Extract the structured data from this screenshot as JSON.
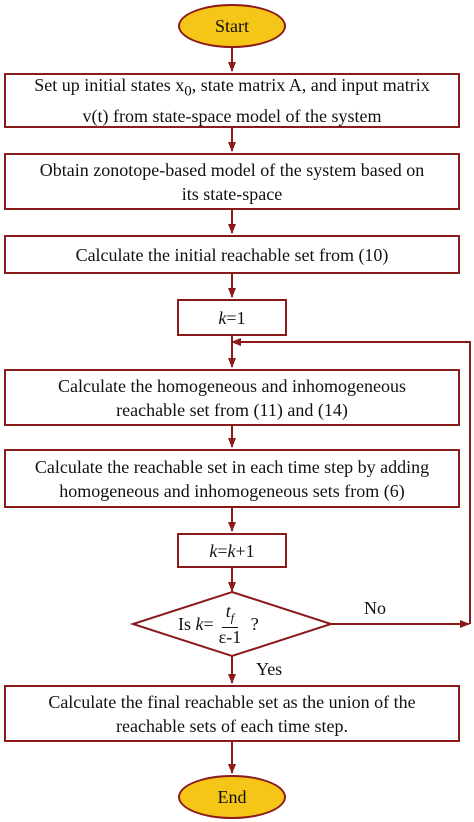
{
  "start": "Start",
  "end": "End",
  "steps": {
    "setup_l1_a": "Set up initial states x",
    "setup_l1_sub": "0",
    "setup_l1_b": ", state matrix A, and input matrix",
    "setup_l2": "v(t) from state-space model of the system",
    "zono_l1": "Obtain zonotope-based model of the system based on",
    "zono_l2": "its state-space",
    "initial": "Calculate the initial reachable set from (10)",
    "k_init_var": "k",
    "k_init_rest": "=1",
    "homog_l1": "Calculate the homogeneous and inhomogeneous",
    "homog_l2": "reachable set from (11) and (14)",
    "each_l1": "Calculate the reachable set in each time step by adding",
    "each_l2": "homogeneous and inhomogeneous sets from (6)",
    "inc_var1": "k",
    "inc_eq": "=",
    "inc_var2": "k",
    "inc_rest": "+1",
    "final_l1": "Calculate the final reachable set as the union of the",
    "final_l2": "reachable sets of each time step."
  },
  "decision": {
    "prefix": "Is ",
    "var": "k",
    "eq": "=",
    "numerator": "t",
    "numerator_sub": "f",
    "denominator": "ε-1",
    "suffix": " ?"
  },
  "labels": {
    "no": "No",
    "yes": "Yes"
  },
  "colors": {
    "stroke": "#8b1a1a",
    "terminal_fill": "#f5c518",
    "box_fill": "#ffffff"
  }
}
